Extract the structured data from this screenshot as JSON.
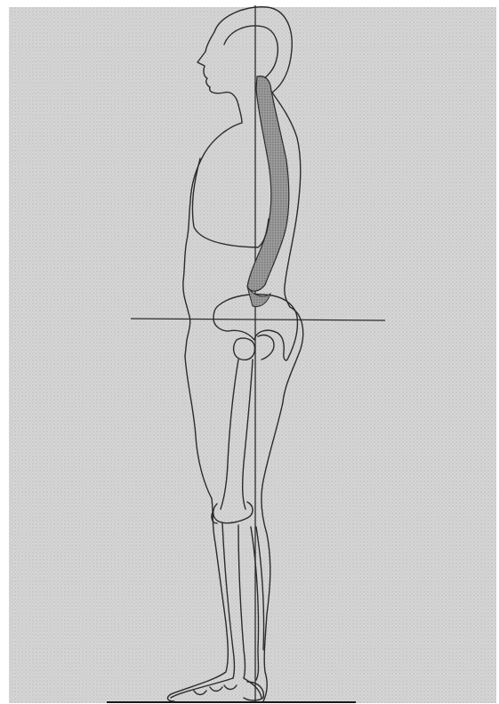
{
  "figure": {
    "subject": "posture-lateral-view",
    "view": "side-profile-facing-left",
    "reference_lines": [
      "plumb-line-vertical",
      "pelvic-level-horizontal",
      "ground-line"
    ]
  },
  "colors": {
    "paper": "#d8d8d8",
    "paper_texture": "#c4c4c4",
    "ink": "#2b2b2b",
    "spine_fill": "#8c8c8c",
    "frame": "#ffffff"
  }
}
